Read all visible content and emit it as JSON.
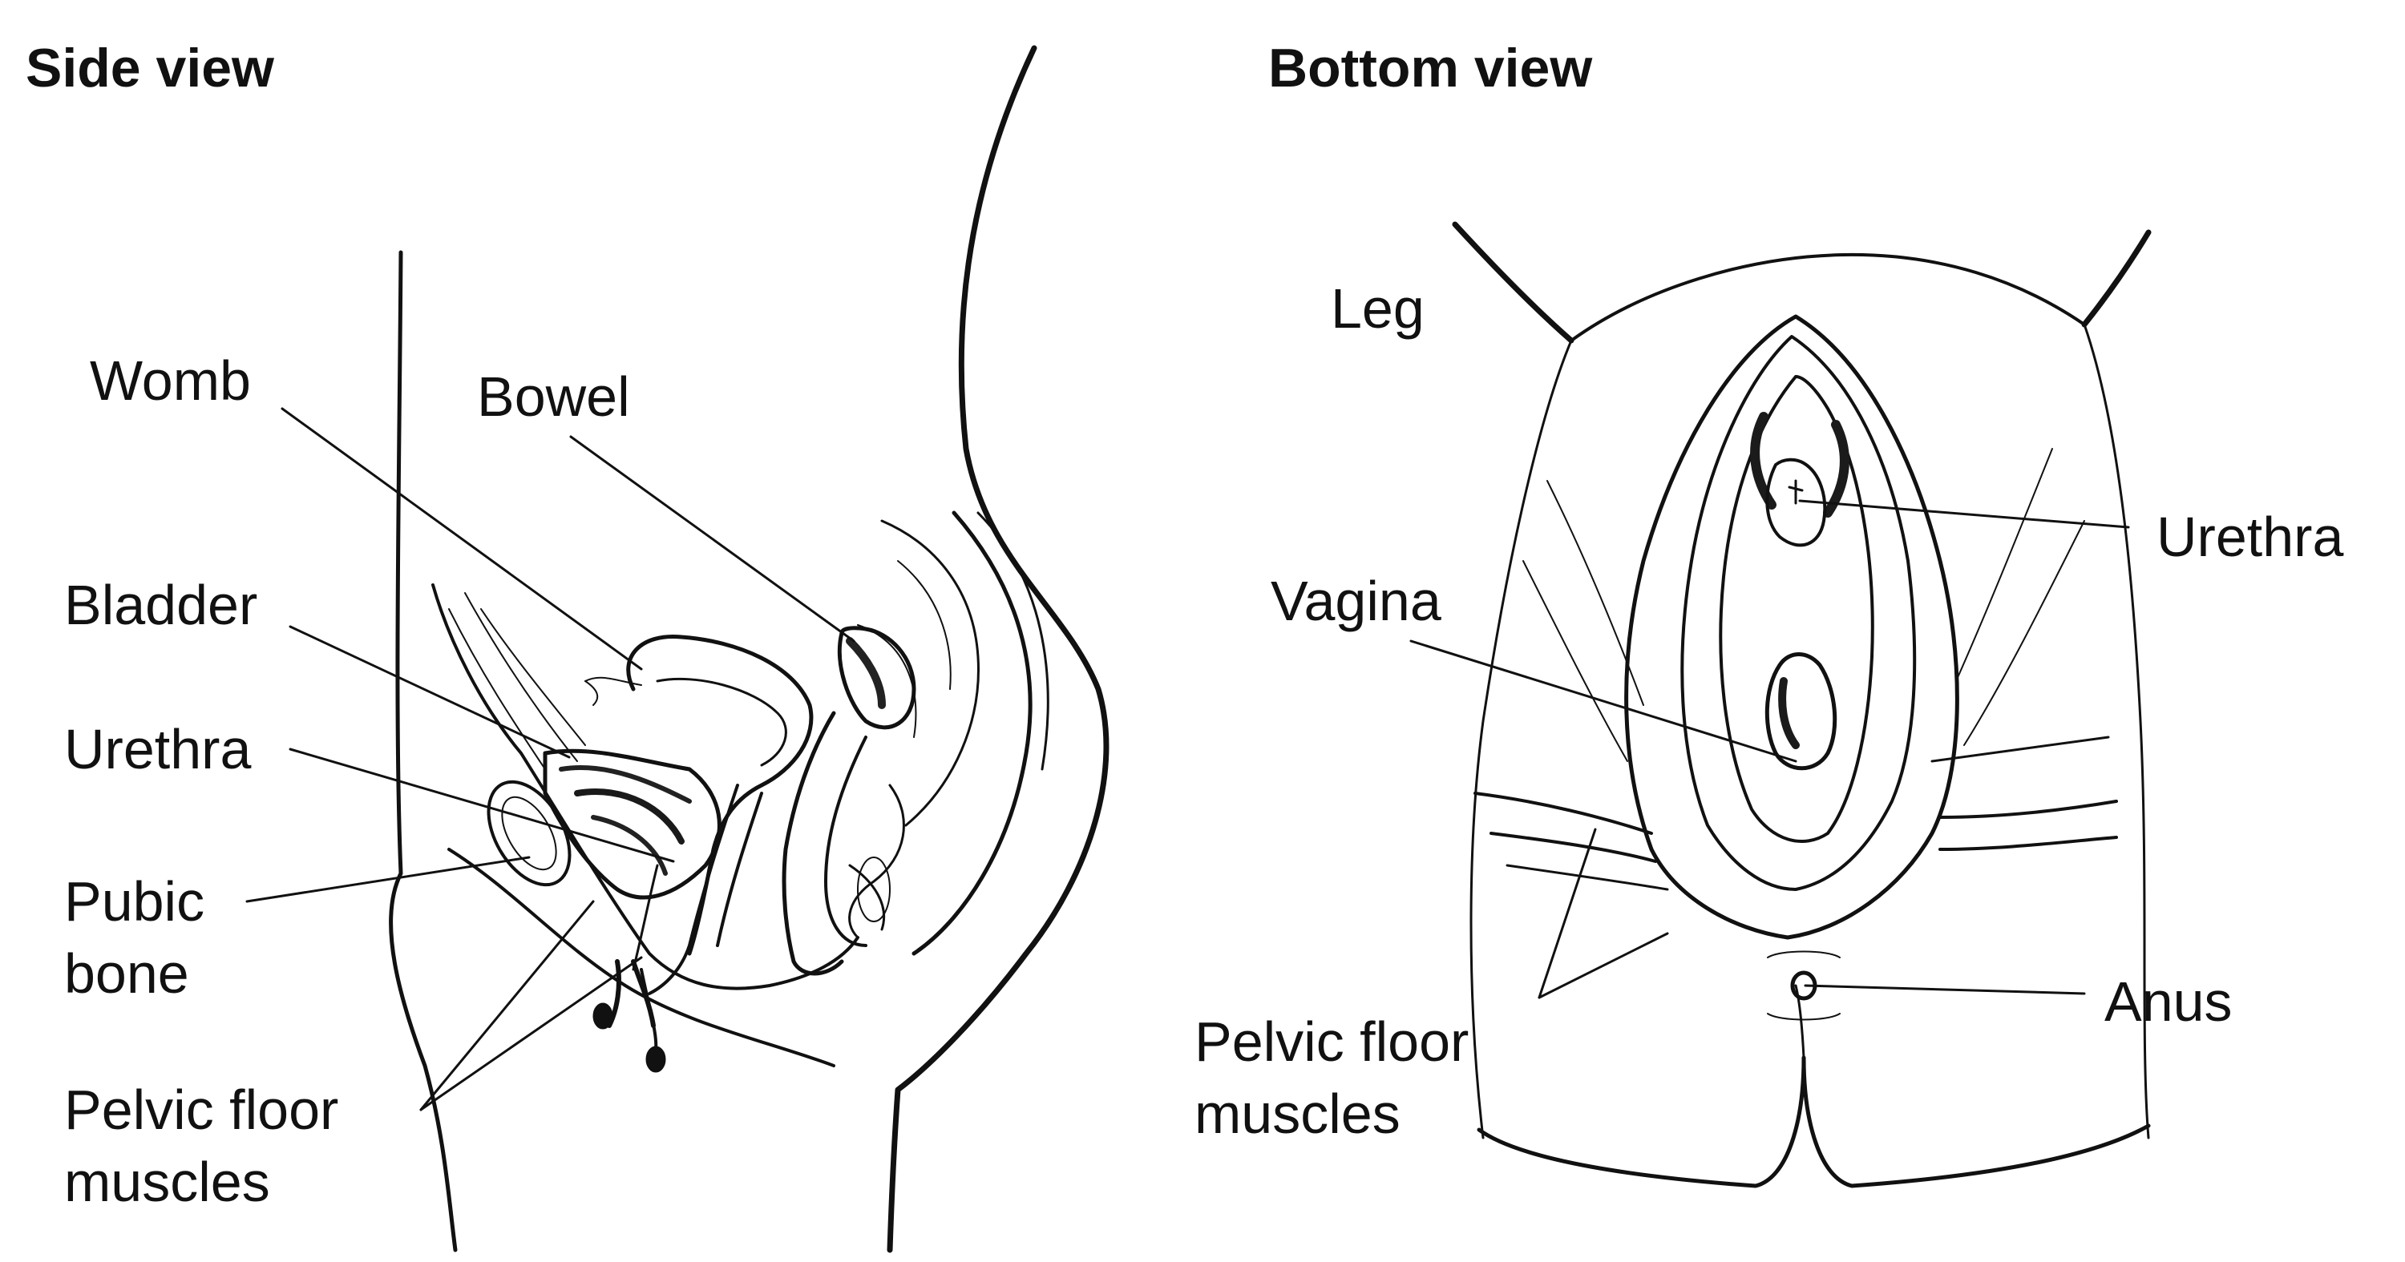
{
  "side_view": {
    "heading": "Side view",
    "labels": {
      "womb": "Womb",
      "bowel": "Bowel",
      "bladder": "Bladder",
      "urethra": "Urethra",
      "pubic_bone": [
        "Pubic",
        "bone"
      ],
      "pelvic_floor": [
        "Pelvic floor",
        "muscles"
      ]
    }
  },
  "bottom_view": {
    "heading": "Bottom view",
    "labels": {
      "leg": "Leg",
      "urethra": "Urethra",
      "vagina": "Vagina",
      "anus": "Anus",
      "pelvic_floor": [
        "Pelvic floor",
        "muscles"
      ]
    }
  },
  "colors": {
    "ink": "#111111",
    "shade": "#2a2a2a",
    "background": "#ffffff"
  }
}
